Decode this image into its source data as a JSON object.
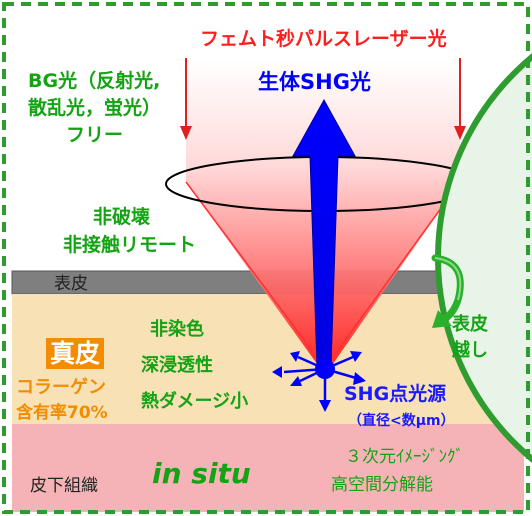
{
  "colors": {
    "frame_border": "#2f9c2f",
    "epidermis": "#7f7f7f",
    "dermis": "#f9e1b6",
    "subcutis": "#f6b3b7",
    "laser": "#ff1e1e",
    "shg_arrow": "#0000ff",
    "accent_green": "#13a313",
    "dermis_badge": "#f28c00",
    "circle_fill": "#e8f4e8"
  },
  "labels": {
    "laser": "フェムト秒パルスレーザー光",
    "bg_line1": "BG光（反射光,",
    "bg_line2": "散乱光，蛍光）",
    "bg_line3": "フリー",
    "shg_light": "生体SHG光",
    "nondestructive_line1": "非破壊",
    "nondestructive_line2": "非接触リモート",
    "epidermis": "表皮",
    "dermis": "真皮",
    "collagen_line1": "コラーゲン",
    "collagen_line2": "含有率70%",
    "nonstaining": "非染色",
    "deep_penetration": "深浸透性",
    "low_thermal": "熱ダメージ小",
    "through_skin_line1": "表皮",
    "through_skin_line2": "越し",
    "shg_source": "SHG点光源",
    "diameter": "（直径<数μm）",
    "subcutaneous": "皮下組織",
    "in_situ": "in situ",
    "imaging_3d": "３次元ｲﾒｰｼﾞﾝｸﾞ",
    "high_resolution": "高空間分解能"
  },
  "icons": {
    "focus_point": "scatter-point-icon",
    "curved_arrow": "curved-arrow-icon"
  }
}
